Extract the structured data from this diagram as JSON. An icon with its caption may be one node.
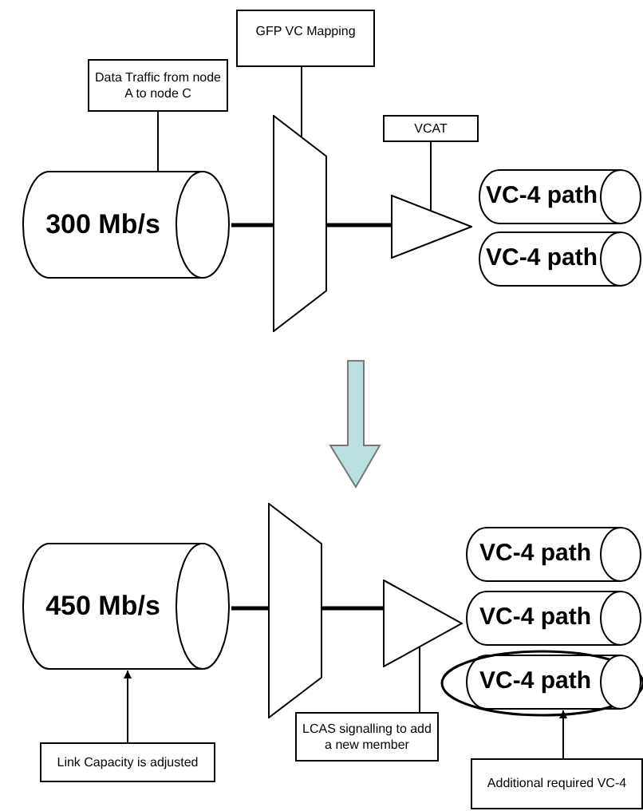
{
  "diagram": {
    "nodes": [
      {
        "text": [
          "Data Traffic from node A to node C"
        ]
      },
      {
        "text": [
          "GFP VC Mapping"
        ]
      },
      {
        "text": [
          "VCAT"
        ]
      },
      {
        "text": [
          "300 Mb/s"
        ]
      },
      {
        "text": [],
        "shape": "trapezoid"
      },
      {
        "text": [],
        "shape": "triangle"
      },
      {
        "text": [
          "VC-4 path"
        ]
      },
      {
        "text": [
          "VC-4 path"
        ]
      },
      {
        "text": [
          "450 Mb/s"
        ]
      },
      {
        "text": [],
        "shape": "trapezoid"
      },
      {
        "text": [],
        "shape": "triangle"
      },
      {
        "text": [
          "VC-4 path"
        ]
      },
      {
        "text": [
          "VC-4 path"
        ]
      },
      {
        "text": [
          "VC-4 path"
        ]
      },
      {
        "text": [
          "Link Capacity is adjusted"
        ]
      },
      {
        "text": [
          "LCAS signalling to add a new member"
        ]
      },
      {
        "text": [
          "Additional required VC-4"
        ]
      }
    ],
    "edges": [
      {
        "from": 0,
        "to": 3,
        "arrow": "none"
      },
      {
        "from": 1,
        "to": 4,
        "arrow": "none"
      },
      {
        "from": 2,
        "to": 5,
        "arrow": "none"
      },
      {
        "from": 3,
        "to": 4,
        "arrow": "none",
        "style": "thick"
      },
      {
        "from": 4,
        "to": 5,
        "arrow": "none",
        "style": "thick"
      },
      {
        "from": 8,
        "to": 9,
        "arrow": "none",
        "style": "thick"
      },
      {
        "from": 9,
        "to": 10,
        "arrow": "none",
        "style": "thick"
      },
      {
        "from": 14,
        "to": 8,
        "arrow": "to"
      },
      {
        "from": 15,
        "to": 10,
        "arrow": "none"
      },
      {
        "from": 16,
        "to": 13,
        "arrow": "to"
      },
      {
        "from": 4,
        "to": 9,
        "arrow": "to",
        "style": "thick",
        "color": "#b9dfe1"
      }
    ]
  }
}
